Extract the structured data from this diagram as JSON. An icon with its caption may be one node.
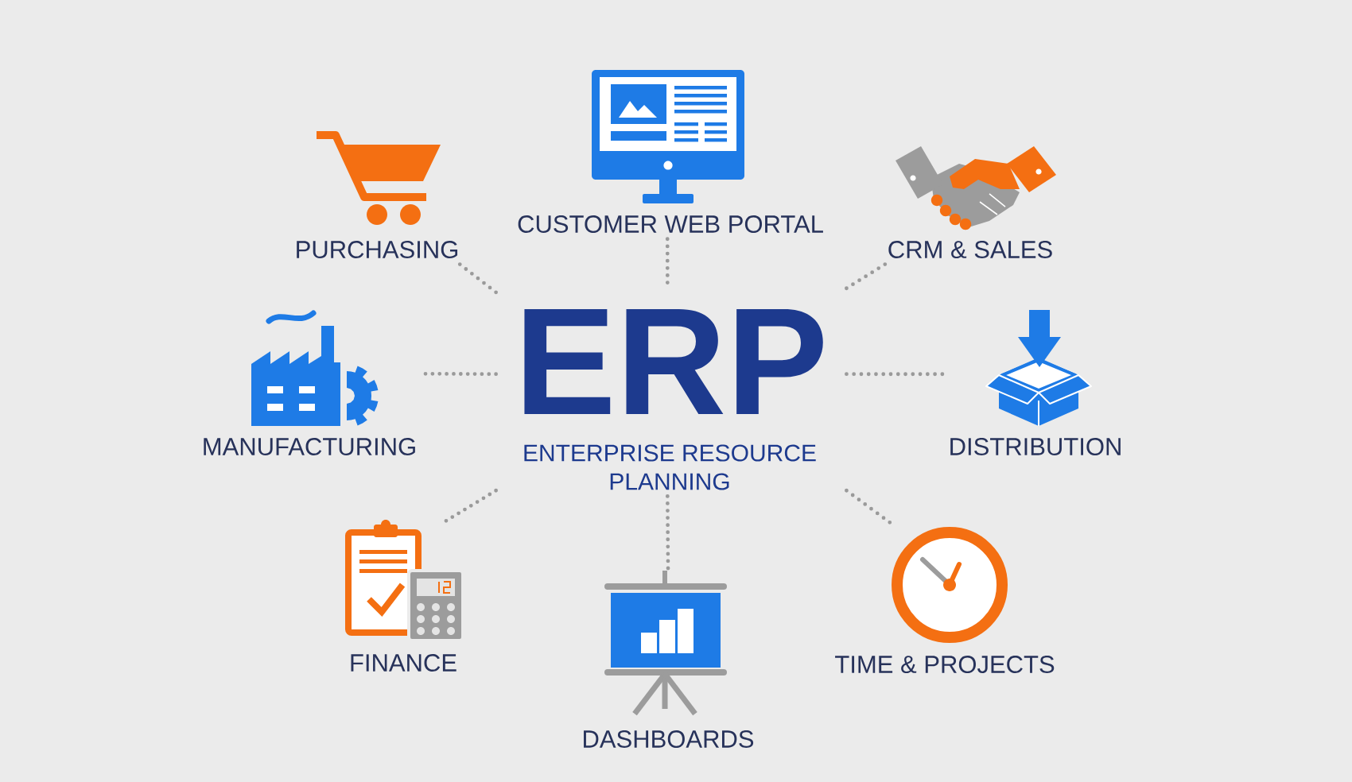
{
  "diagram": {
    "nodes": [
      {
        "text": [
          "PURCHASING"
        ]
      },
      {
        "text": [
          "CUSTOMER WEB PORTAL"
        ]
      },
      {
        "text": [
          "CRM & SALES"
        ]
      },
      {
        "text": [
          "MANUFACTURING"
        ]
      },
      {
        "text": [
          "ERP",
          "ENTERPRISE RESOURCE PLANNING"
        ]
      },
      {
        "text": [
          "DISTRIBUTION"
        ]
      },
      {
        "text": [
          "FINANCE"
        ]
      },
      {
        "text": [
          "DASHBOARDS"
        ]
      },
      {
        "text": [
          "TIME & PROJECTS"
        ]
      }
    ],
    "edges": [
      {
        "from": 4,
        "to": 0,
        "arrow": "none",
        "style": "dashed"
      },
      {
        "from": 4,
        "to": 1,
        "arrow": "none",
        "style": "dashed"
      },
      {
        "from": 4,
        "to": 2,
        "arrow": "none",
        "style": "dashed"
      },
      {
        "from": 4,
        "to": 3,
        "arrow": "none",
        "style": "dashed"
      },
      {
        "from": 4,
        "to": 5,
        "arrow": "none",
        "style": "dashed"
      },
      {
        "from": 4,
        "to": 6,
        "arrow": "none",
        "style": "dashed"
      },
      {
        "from": 4,
        "to": 7,
        "arrow": "none",
        "style": "dashed"
      },
      {
        "from": 4,
        "to": 8,
        "arrow": "none",
        "style": "dashed"
      }
    ]
  }
}
